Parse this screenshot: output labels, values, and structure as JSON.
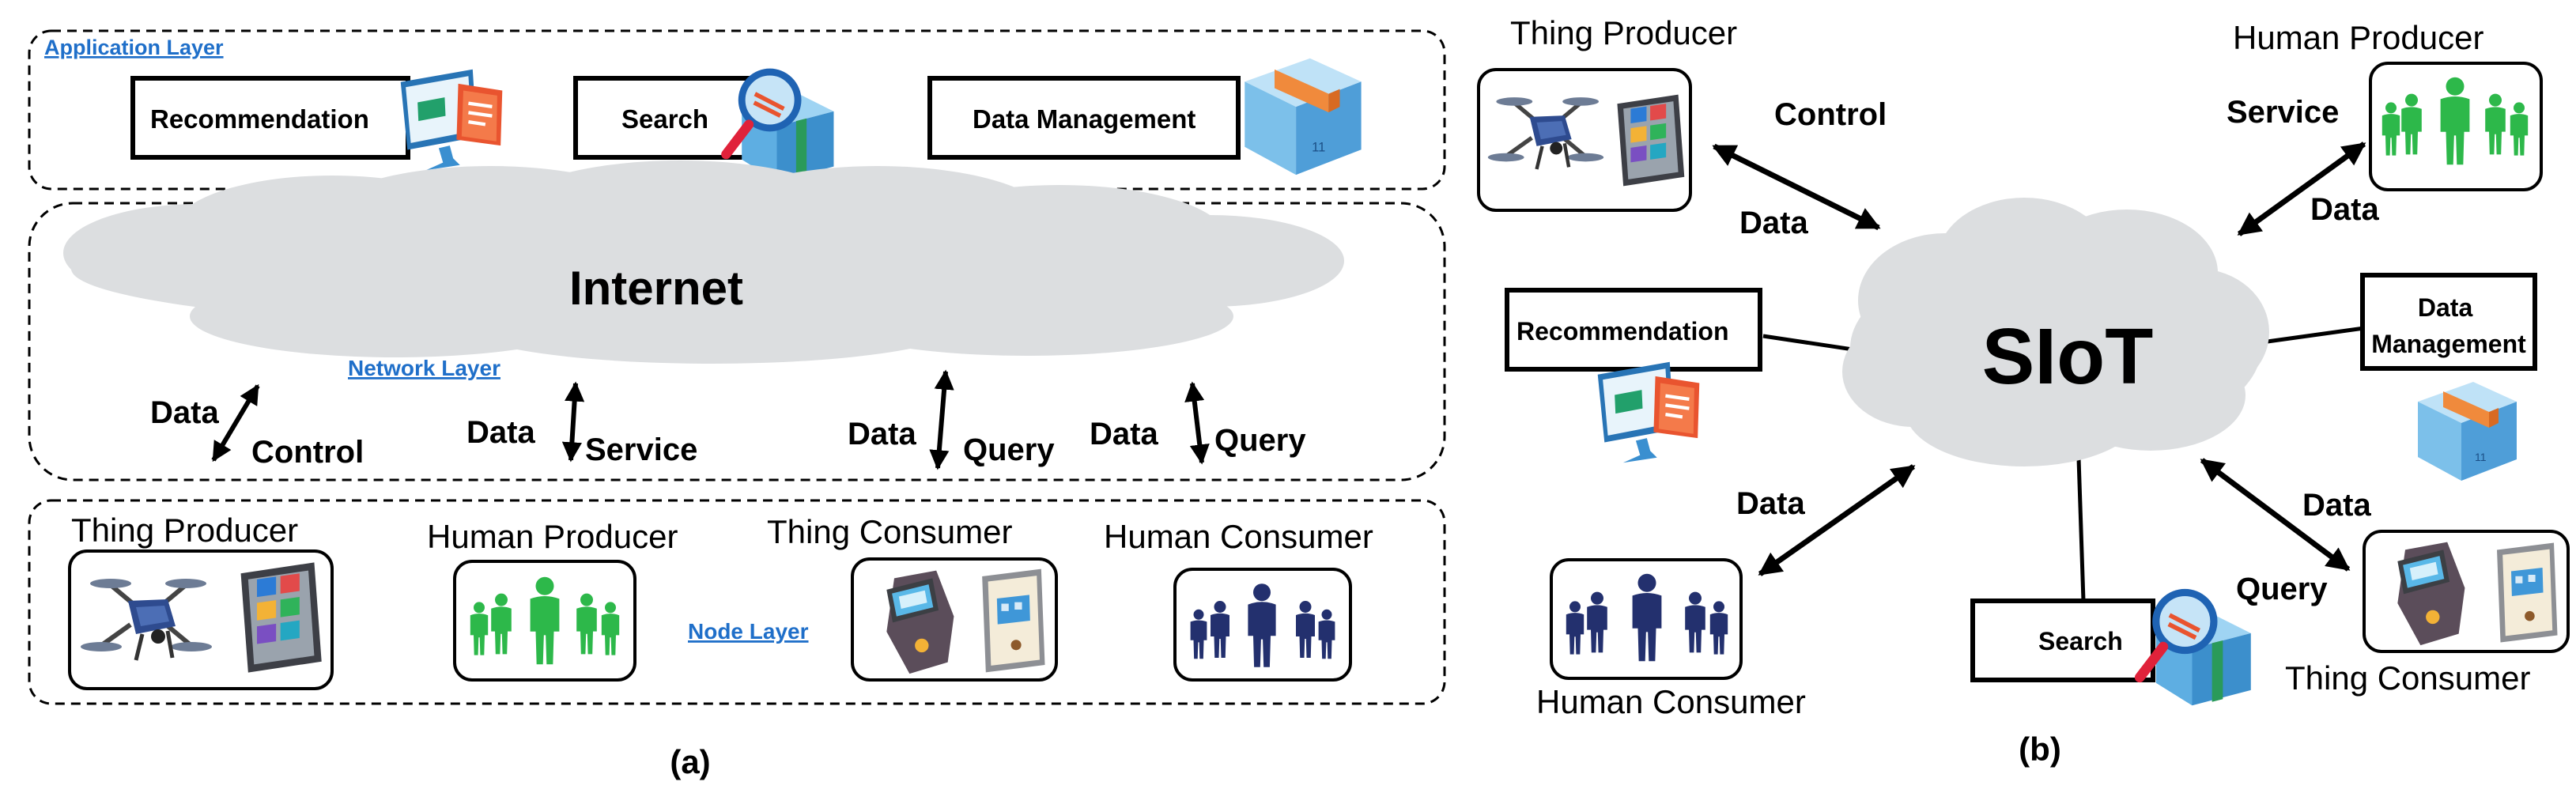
{
  "panel_a": {
    "caption": "(a)",
    "application_layer": {
      "label": "Application Layer",
      "boxes": [
        "Recommendation",
        "Search",
        "Data Management"
      ]
    },
    "network_layer": {
      "label": "Network Layer",
      "cloud_label": "Internet",
      "arrows": [
        {
          "left": "Data",
          "right": "Control"
        },
        {
          "left": "Data",
          "right": "Service"
        },
        {
          "left": "Data",
          "right": "Query"
        },
        {
          "left": "Data",
          "right": "Query"
        }
      ]
    },
    "node_layer": {
      "label": "Node Layer",
      "nodes": [
        "Thing Producer",
        "Human Producer",
        "Thing Consumer",
        "Human Consumer"
      ]
    }
  },
  "panel_b": {
    "caption": "(b)",
    "center": "SIoT",
    "thing_producer": {
      "name": "Thing Producer",
      "labels": [
        "Control",
        "Data"
      ]
    },
    "human_producer": {
      "name": "Human Producer",
      "labels": [
        "Service",
        "Data"
      ]
    },
    "recommendation": "Recommendation",
    "data_management": "Data Management",
    "data_management_lines": [
      "Data",
      "Management"
    ],
    "human_consumer": {
      "name": "Human Consumer",
      "labels": [
        "Data"
      ]
    },
    "search": "Search",
    "thing_consumer": {
      "name": "Thing Consumer",
      "labels": [
        "Data",
        "Query"
      ]
    }
  },
  "colors": {
    "cloud": "#dcdee0",
    "layer_link": "#1f6fc9",
    "human_producer_green": "#2db84a",
    "human_consumer_navy": "#23306e",
    "drone_blue": "#2e4b8f",
    "box_blue": "#6fb6e6",
    "tape_orange": "#f08a3c"
  },
  "icons": [
    "monitor-icon",
    "magnifier-box-icon",
    "package-box-icon",
    "drone-icon",
    "tablet-icon",
    "people-group-icon",
    "smartwatch-icon",
    "smart-lock-icon"
  ]
}
